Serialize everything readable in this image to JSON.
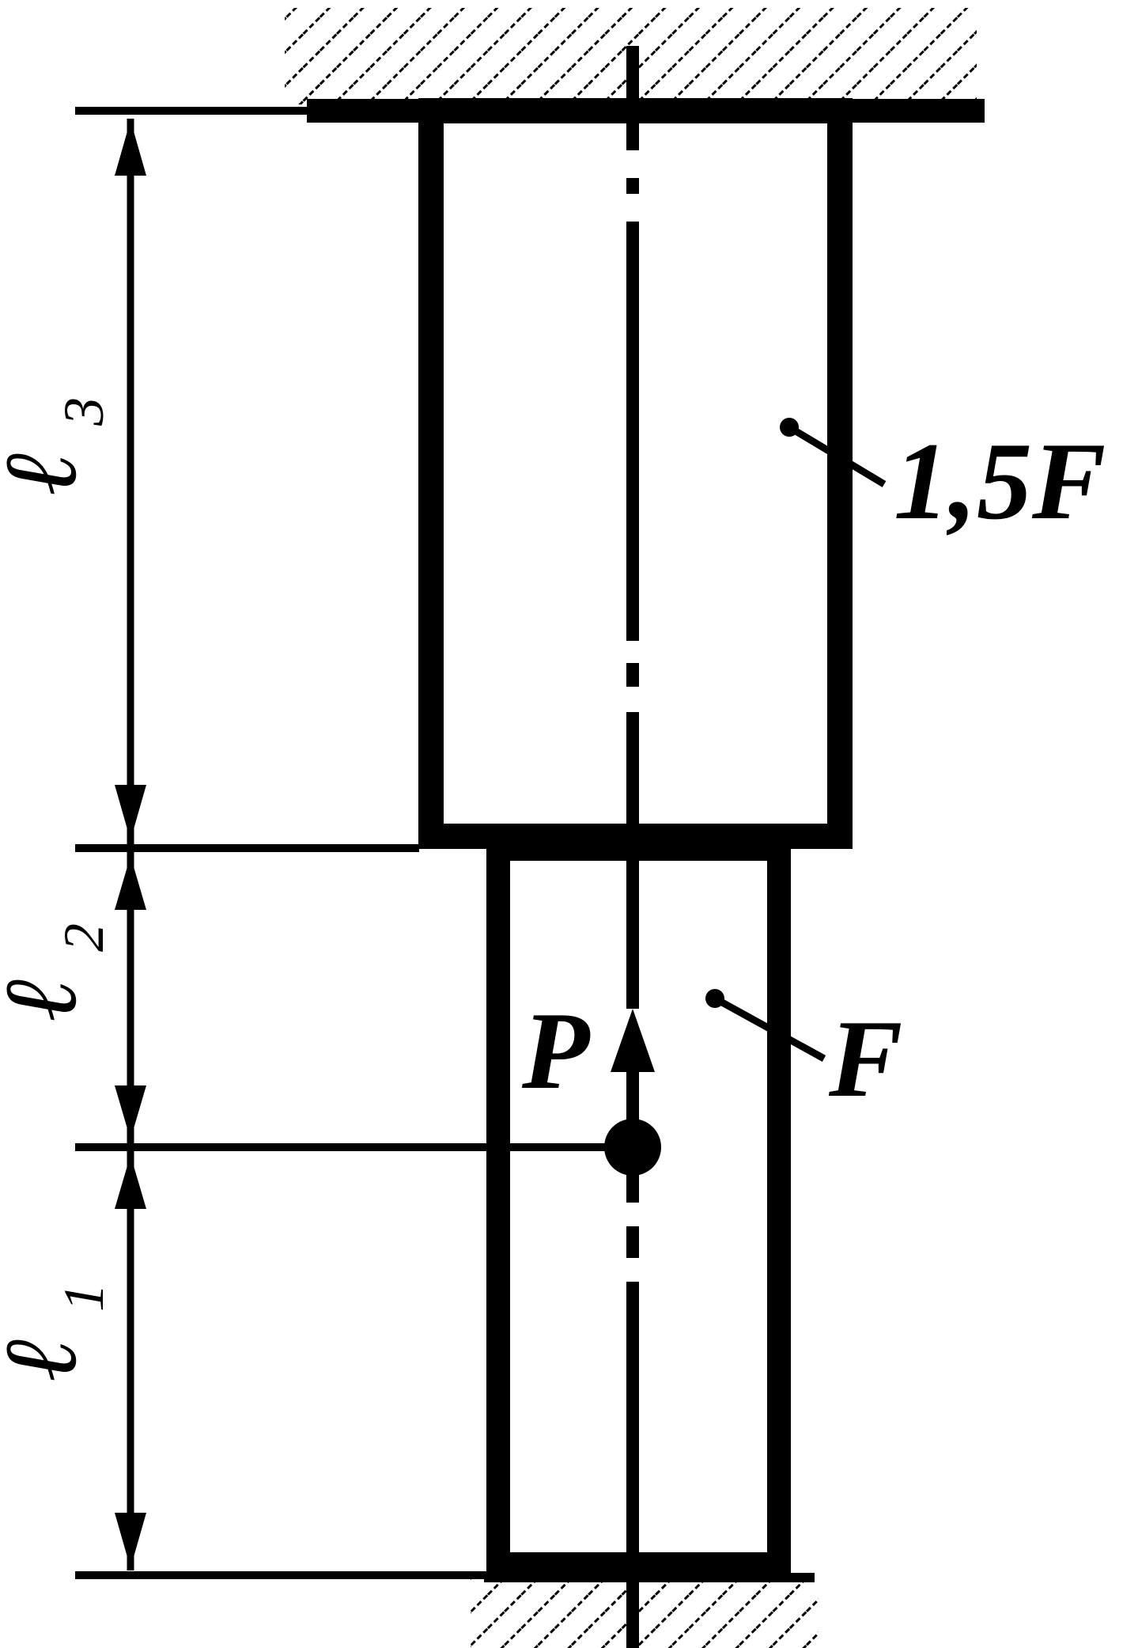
{
  "labels": {
    "upper_area": "1,5F",
    "lower_area": "F",
    "force": "P",
    "ell": "ℓ",
    "l1_index": "1",
    "l2_index": "2",
    "l3_index": "3"
  },
  "colors": {
    "ink": "#000000",
    "background": "#ffffff"
  }
}
